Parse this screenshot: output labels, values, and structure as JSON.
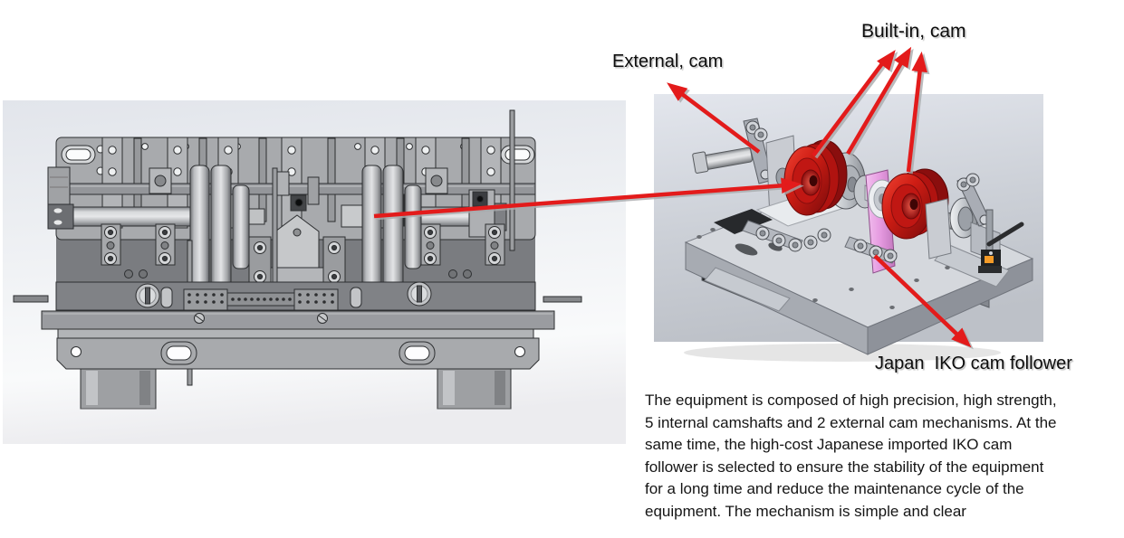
{
  "annotations": {
    "external_cam_label": "External, cam",
    "built_in_cam_label": "Built-in, cam",
    "cam_follower_label": "Japan  IKO cam follower"
  },
  "description": {
    "lines": [
      "The equipment is composed of high precision, high strength,",
      "5 internal camshafts and 2 external cam mechanisms. At the",
      "same time, the high-cost Japanese imported IKO cam",
      "follower is selected to ensure the stability of the equipment",
      "for a long time and reduce the maintenance cycle of the",
      "equipment. The mechanism is simple and clear"
    ]
  },
  "colors": {
    "arrow_red": "#e31b1b",
    "cam_red": "#c41414",
    "bracket_pink": "#e59ae0",
    "clamp_orange": "#f59b28",
    "machine_gray": "#a8aaad",
    "backdrop_left_top": "#e2e5eb",
    "backdrop_right_top": "#e3e6ed",
    "backdrop_right_bottom": "#bdc1c8",
    "text": "#0d0d0d"
  }
}
